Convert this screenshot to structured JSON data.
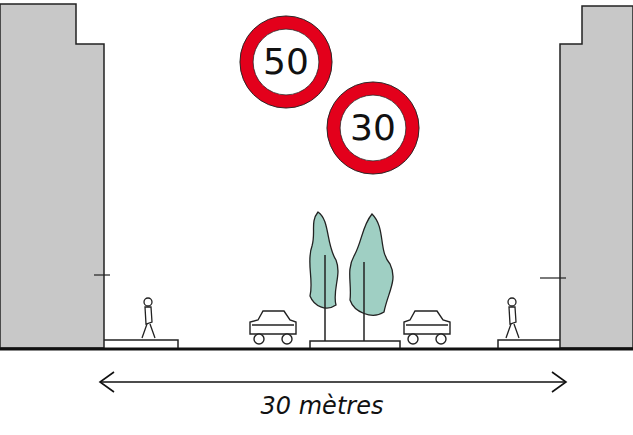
{
  "diagram": {
    "nodes": [
      {
        "text": [
          "50"
        ]
      },
      {
        "text": [
          "30"
        ]
      }
    ],
    "labels": [
      "30 mètres"
    ]
  }
}
